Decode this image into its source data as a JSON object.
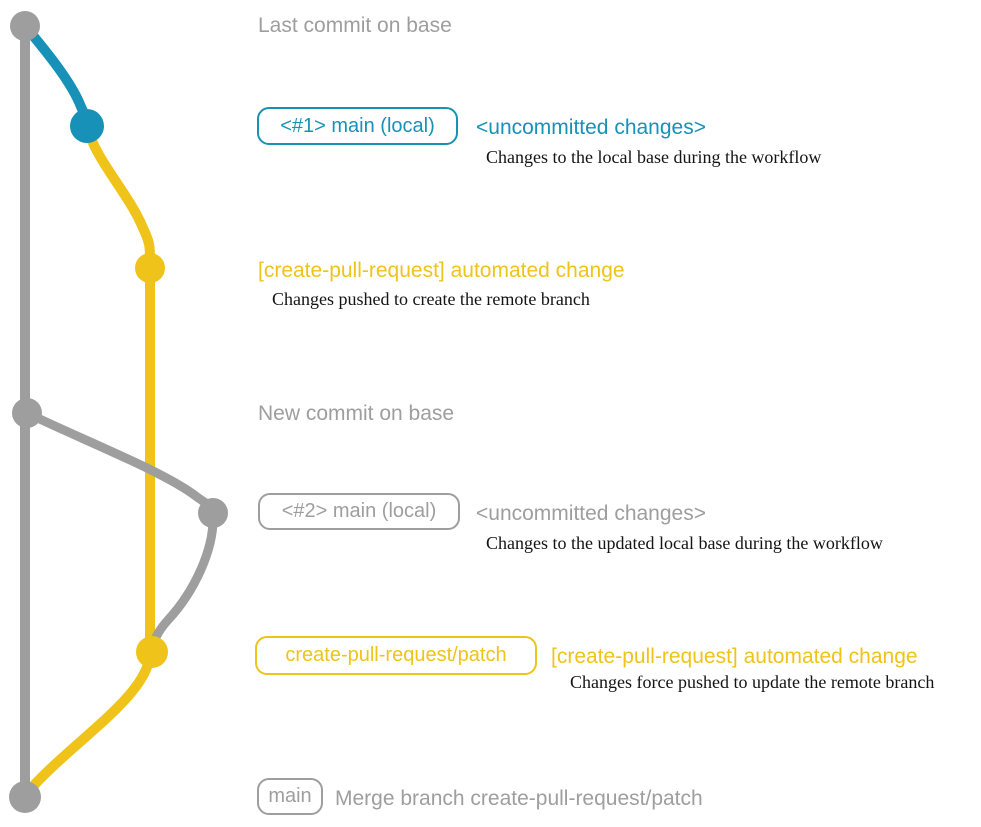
{
  "colors": {
    "blue": "#1791b8",
    "yellow": "#efc319",
    "gray": "#9e9e9e",
    "text": "#141414",
    "background": "#ffffff"
  },
  "graph": {
    "branch_names": [
      "base",
      "main (local)",
      "create-pull-request/patch"
    ],
    "commit_count": 7
  },
  "labels": {
    "heading1": "Last commit on base",
    "heading2": "New commit on base",
    "row1": {
      "branch_tag": "<#1> main (local)",
      "title": "<uncommitted changes>",
      "subtitle": "Changes to the local base during the workflow"
    },
    "row2": {
      "title": "[create-pull-request] automated change",
      "subtitle": "Changes pushed to create the remote branch"
    },
    "row3": {
      "branch_tag": "<#2> main (local)",
      "title": "<uncommitted changes>",
      "subtitle": "Changes to the updated local base during the workflow"
    },
    "row4": {
      "branch_tag": "create-pull-request/patch",
      "title": "[create-pull-request] automated change",
      "subtitle": "Changes force pushed to update the remote branch"
    },
    "row5": {
      "branch_tag": "main",
      "title": "Merge branch create-pull-request/patch"
    }
  }
}
